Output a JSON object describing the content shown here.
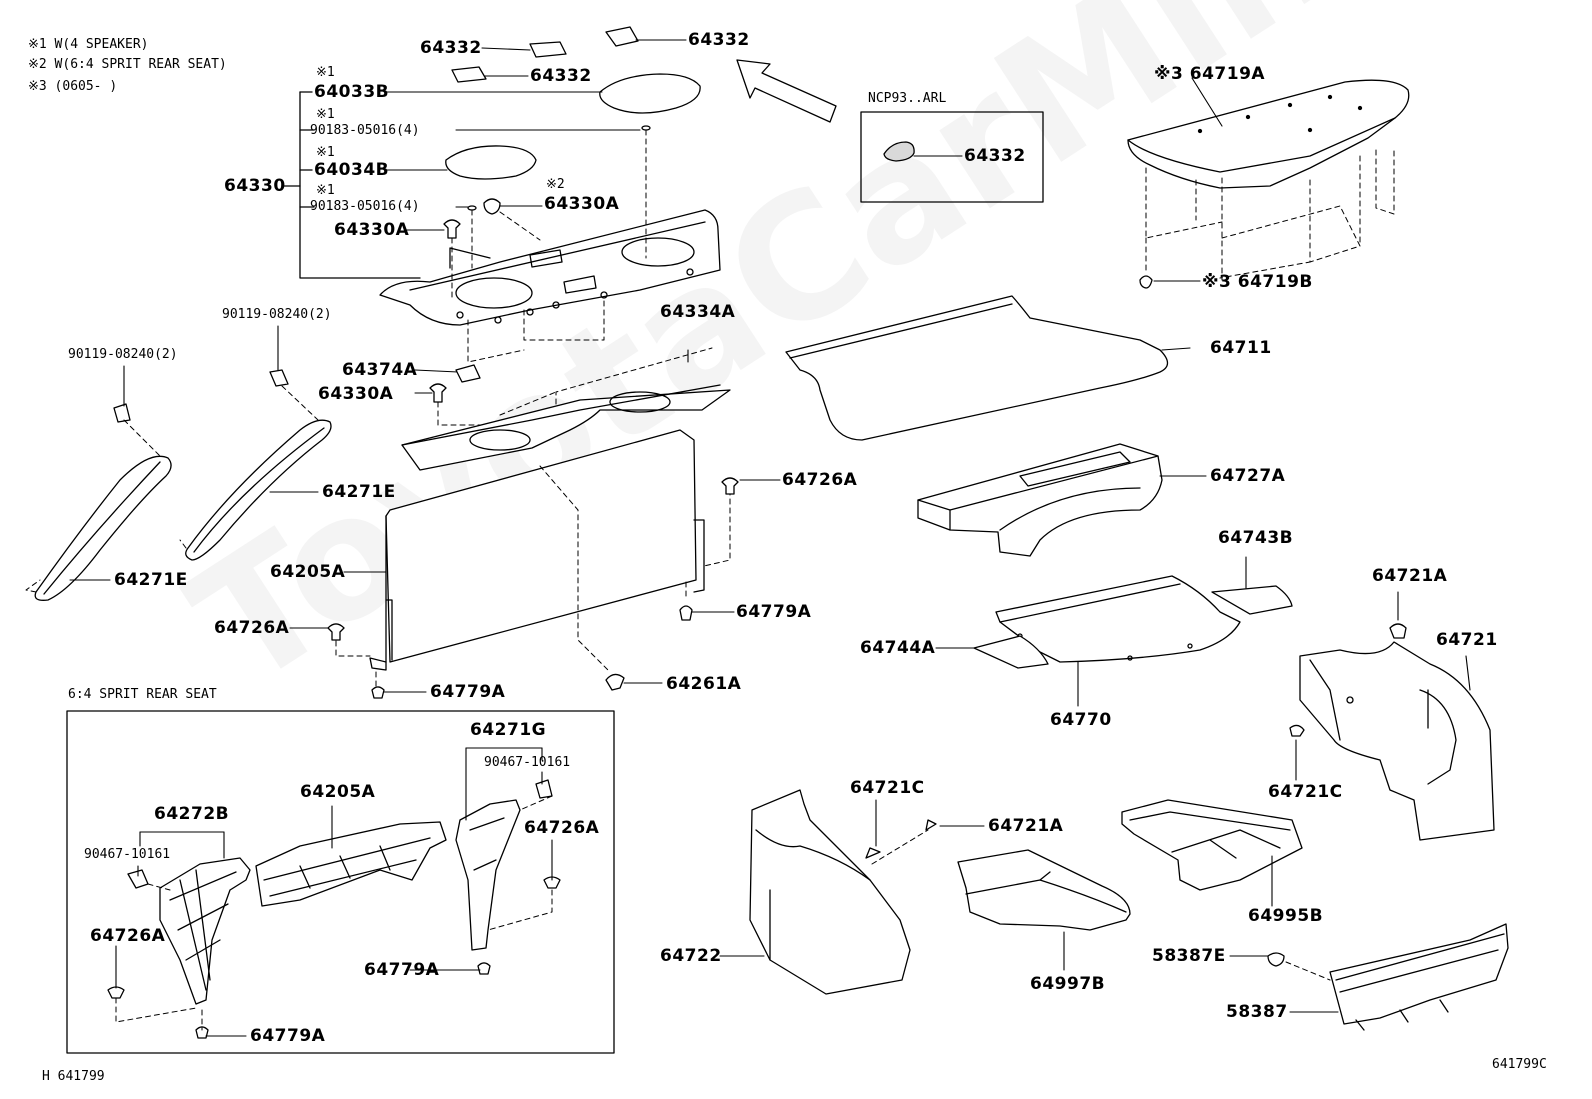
{
  "notes": {
    "n1": "※1 W(4 SPEAKER)",
    "n2": "※2 W(6:4 SPRIT REAR SEAT)",
    "n3": "※3 (0605-    )"
  },
  "watermark": "ToyotaCarMine.ru",
  "inset_ncp": {
    "title": "NCP93..ARL",
    "part": "64332"
  },
  "inset_64": {
    "title": "6:4 SPRIT REAR SEAT"
  },
  "footer": {
    "left": "H 641799",
    "right": "641799C"
  },
  "labels": {
    "p64332_a": "64332",
    "p64332_b": "64332",
    "p64332_c": "64332",
    "mark1_a": "※1",
    "p64033B": "64033B",
    "mark1_b": "※1",
    "s90183_a": "90183-05016(4)",
    "mark1_c": "※1",
    "p64034B": "64034B",
    "mark1_d": "※1",
    "s90183_b": "90183-05016(4)",
    "mark2": "※2",
    "p64330A_a": "64330A",
    "p64330": "64330",
    "p64330A_b": "64330A",
    "s90119_a": "90119-08240(2)",
    "s90119_b": "90119-08240(2)",
    "p64334A": "64334A",
    "p64374A": "64374A",
    "p64330A_c": "64330A",
    "p64271E_a": "64271E",
    "p64271E_b": "64271E",
    "p64205A": "64205A",
    "p64726A_a": "64726A",
    "p64726A_b": "64726A",
    "p64779A_a": "64779A",
    "p64779A_b": "64779A",
    "p64261A": "64261A",
    "p64719A": "※3 64719A",
    "p64719B": "※3 64719B",
    "p64711": "64711",
    "p64727A": "64727A",
    "p64743B": "64743B",
    "p64744A": "64744A",
    "p64770": "64770",
    "p64721A_a": "64721A",
    "p64721": "64721",
    "p64721C_a": "64721C",
    "p64721C_b": "64721C",
    "p64721A_b": "64721A",
    "p64722": "64722",
    "p64997B": "64997B",
    "p64995B": "64995B",
    "p58387E": "58387E",
    "p58387": "58387",
    "i64271G": "64271G",
    "i90467_a": "90467-10161",
    "i64272B": "64272B",
    "i64205A": "64205A",
    "i90467_b": "90467-10161",
    "i64726A_a": "64726A",
    "i64726A_b": "64726A",
    "i64779A_a": "64779A",
    "i64779A_b": "64779A"
  },
  "colors": {
    "line": "#000000",
    "fill": "#ffffff",
    "shade": "#d9d9d9"
  }
}
